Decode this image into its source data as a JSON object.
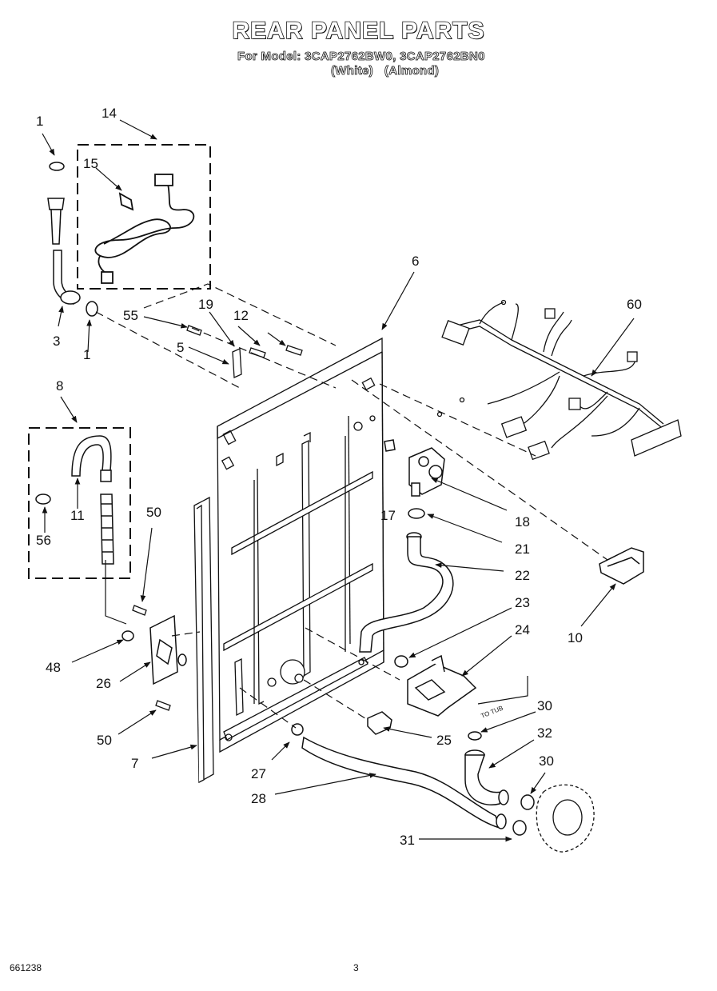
{
  "header": {
    "title": "REAR PANEL PARTS",
    "model_prefix": "For Model: ",
    "models": "3CAP2762BW0, 3CAP2762BN0",
    "color_white": "(White)",
    "color_almond": "(Almond)"
  },
  "callouts": {
    "c1a": "1",
    "c14": "14",
    "c15": "15",
    "c3": "3",
    "c1b": "1",
    "c55": "55",
    "c19": "19",
    "c12": "12",
    "c5": "5",
    "c6": "6",
    "c60": "60",
    "c8": "8",
    "c11": "11",
    "c56": "56",
    "c50a": "50",
    "c17": "17",
    "c18": "18",
    "c21": "21",
    "c22": "22",
    "c23": "23",
    "c24": "24",
    "c10": "10",
    "c48": "48",
    "c26": "26",
    "c50b": "50",
    "c7": "7",
    "c25": "25",
    "c27": "27",
    "c28": "28",
    "c30a": "30",
    "c32": "32",
    "c30b": "30",
    "c31": "31"
  },
  "annotations": {
    "to_tub": "TO TUB"
  },
  "footer": {
    "doc_number": "661238",
    "page": "3"
  }
}
